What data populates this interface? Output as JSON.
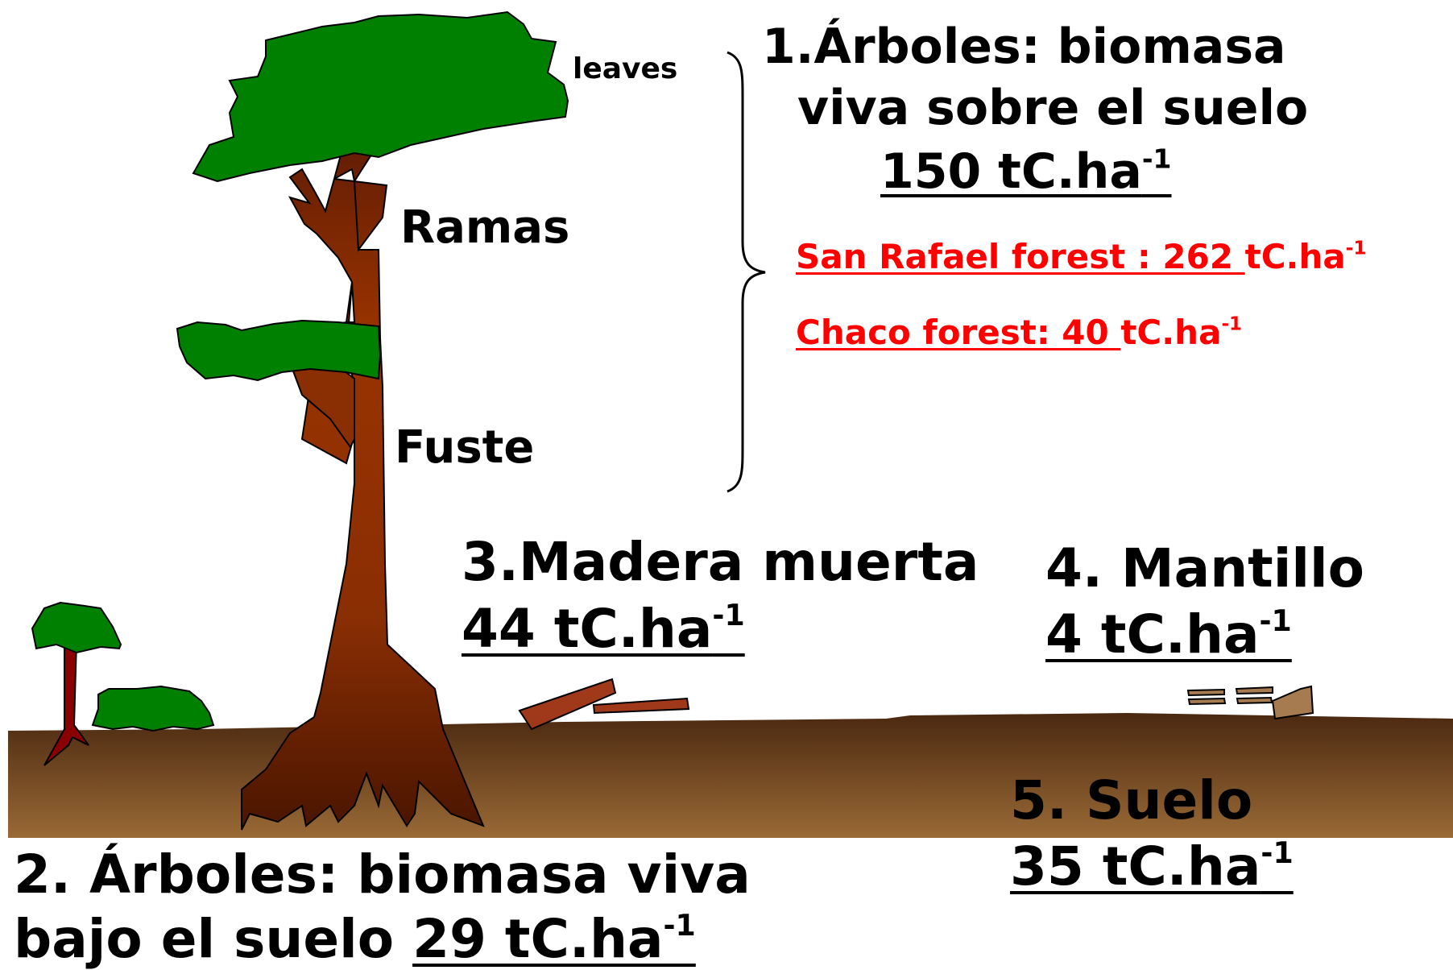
{
  "labels": {
    "leaves": "leaves",
    "ramas": "Ramas",
    "fuste": "Fuste"
  },
  "pools": {
    "above_ground": {
      "title_line1": "1.Árboles: biomasa",
      "title_line2": "viva sobre el suelo",
      "value": "150 tC.ha",
      "exp": "-1"
    },
    "below_ground": {
      "title_line1": "2. Árboles: biomasa viva",
      "title_line2": "bajo el suelo ",
      "value": "29 tC.ha",
      "exp": "-1"
    },
    "dead_wood": {
      "title": "3.Madera muerta",
      "value": "44 tC.ha",
      "exp": "-1"
    },
    "litter": {
      "title": "4. Mantillo",
      "value": "4 tC.ha",
      "exp": "-1"
    },
    "soil": {
      "title": "5. Suelo",
      "value": "35 tC.ha",
      "exp": "-1"
    }
  },
  "comparisons": [
    {
      "name_value": "San Rafael forest : 262 ",
      "unit": "tC.ha",
      "exp": "-1"
    },
    {
      "name_value": "Chaco forest: 40 ",
      "unit": "tC.ha",
      "exp": "-1"
    }
  ],
  "colors": {
    "foliage": "#008000",
    "trunk_top": "#5c1a05",
    "trunk_mid": "#993300",
    "soil_top": "#4a2810",
    "soil_bottom": "#9a6a36",
    "comparison_text": "#ff0000",
    "sapling_trunk": "#8b0000",
    "dead_wood": "#a0391a",
    "litter": "#a67b50"
  }
}
